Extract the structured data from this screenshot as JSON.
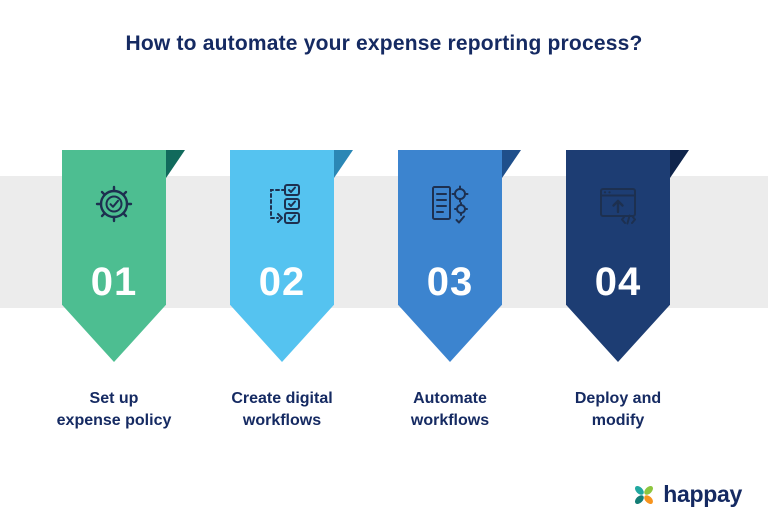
{
  "title": "How to automate your expense reporting process?",
  "colors": {
    "title_text": "#152a62",
    "label_text": "#152a62",
    "number_text": "#ffffff",
    "band": "#ececec",
    "icon_stroke": "#1d3050"
  },
  "steps": [
    {
      "number": "01",
      "label": "Set up\nexpense policy",
      "icon": "gear-check-icon",
      "color": "#4dbe91",
      "fold_color": "#116a5c"
    },
    {
      "number": "02",
      "label": "Create digital\nworkflows",
      "icon": "workflow-icon",
      "color": "#55c3f0",
      "fold_color": "#2b87b5"
    },
    {
      "number": "03",
      "label": "Automate\nworkflows",
      "icon": "document-gears-icon",
      "color": "#3c84cf",
      "fold_color": "#1f4f8b"
    },
    {
      "number": "04",
      "label": "Deploy and\nmodify",
      "icon": "browser-deploy-icon",
      "color": "#1d3d73",
      "fold_color": "#10254c"
    }
  ],
  "logo": {
    "text": "happay",
    "icon": "happay-flower-icon",
    "petal_colors": [
      "#21a8a0",
      "#8dc63f",
      "#f7941e",
      "#147d75"
    ]
  }
}
